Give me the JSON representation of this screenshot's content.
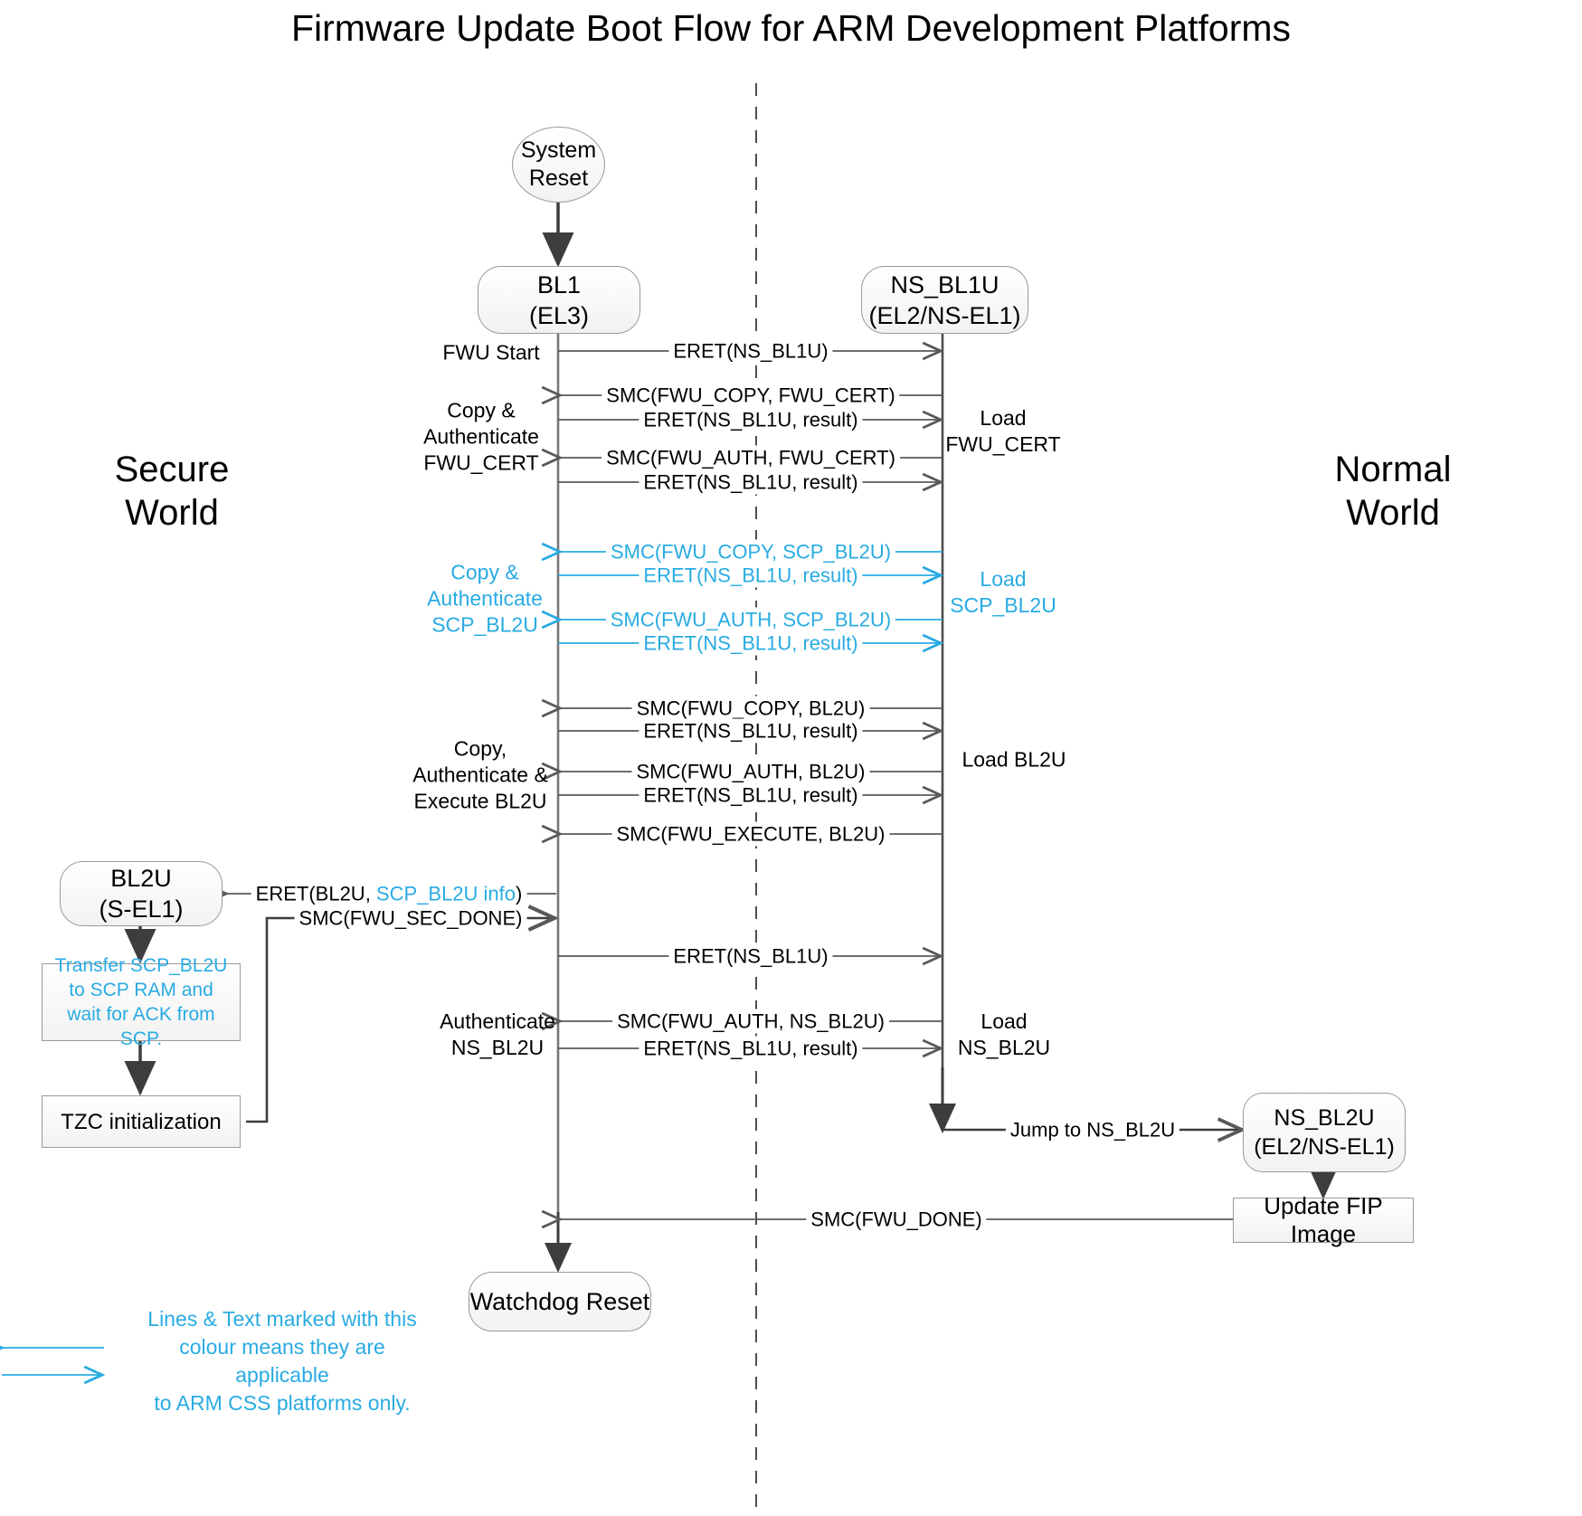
{
  "diagram": {
    "title": "Firmware Update Boot Flow for ARM Development Platforms",
    "colors": {
      "css_accent": "#29abe2",
      "line_default": "#4d4d4d",
      "line_thin": "#595959",
      "node_fill_top": "#ffffff",
      "node_fill_bottom": "#f2f2f2",
      "node_border": "#9a9a9a",
      "text": "#000000"
    }
  },
  "world_labels": {
    "secure": "Secure\nWorld",
    "normal": "Normal\nWorld"
  },
  "nodes": {
    "system_reset": {
      "line1": "System",
      "line2": "Reset"
    },
    "bl1": {
      "line1": "BL1",
      "line2": "(EL3)"
    },
    "ns_bl1u": {
      "line1": "NS_BL1U",
      "line2": "(EL2/NS-EL1)"
    },
    "bl2u": {
      "line1": "BL2U",
      "line2": "(S-EL1)"
    },
    "transfer_scp": {
      "text": "Transfer SCP_BL2U to SCP RAM and wait for ACK from SCP."
    },
    "tzc_init": {
      "text": "TZC initialization"
    },
    "ns_bl2u": {
      "line1": "NS_BL2U",
      "line2": "(EL2/NS-EL1)"
    },
    "update_fip": {
      "text": "Update FIP Image"
    },
    "watchdog_reset": {
      "text": "Watchdog Reset"
    }
  },
  "messages": [
    {
      "id": "m1",
      "text": "ERET(NS_BL1U)",
      "css_only": false
    },
    {
      "id": "m2",
      "text": "SMC(FWU_COPY, FWU_CERT)",
      "css_only": false
    },
    {
      "id": "m3",
      "text": "ERET(NS_BL1U, result)",
      "css_only": false
    },
    {
      "id": "m4",
      "text": "SMC(FWU_AUTH, FWU_CERT)",
      "css_only": false
    },
    {
      "id": "m5",
      "text": "ERET(NS_BL1U, result)",
      "css_only": false
    },
    {
      "id": "m6",
      "text": "SMC(FWU_COPY, SCP_BL2U)",
      "css_only": true
    },
    {
      "id": "m7",
      "text": "ERET(NS_BL1U, result)",
      "css_only": true
    },
    {
      "id": "m8",
      "text": "SMC(FWU_AUTH, SCP_BL2U)",
      "css_only": true
    },
    {
      "id": "m9",
      "text": "ERET(NS_BL1U, result)",
      "css_only": true
    },
    {
      "id": "m10",
      "text": "SMC(FWU_COPY, BL2U)",
      "css_only": false
    },
    {
      "id": "m11",
      "text": "ERET(NS_BL1U, result)",
      "css_only": false
    },
    {
      "id": "m12",
      "text": "SMC(FWU_AUTH, BL2U)",
      "css_only": false
    },
    {
      "id": "m13",
      "text": "ERET(NS_BL1U, result)",
      "css_only": false
    },
    {
      "id": "m14",
      "text": "SMC(FWU_EXECUTE, BL2U)",
      "css_only": false
    },
    {
      "id": "m15",
      "text": "SMC(FWU_SEC_DONE)",
      "css_only": false
    },
    {
      "id": "m16",
      "text": "ERET(NS_BL1U)",
      "css_only": false
    },
    {
      "id": "m17",
      "text": "SMC(FWU_AUTH, NS_BL2U)",
      "css_only": false
    },
    {
      "id": "m18",
      "text": "ERET(NS_BL1U, result)",
      "css_only": false
    },
    {
      "id": "m19",
      "text": "Jump to NS_BL2U",
      "css_only": false
    },
    {
      "id": "m20",
      "text": "SMC(FWU_DONE)",
      "css_only": false
    }
  ],
  "eret_bl2u_msg": {
    "prefix": "ERET(BL2U, ",
    "cyan_part": "SCP_BL2U info",
    "suffix": ")"
  },
  "side_notes": {
    "fwu_start": "FWU Start",
    "copy_auth_fwu_cert": "Copy &\nAuthenticate\nFWU_CERT",
    "load_fwu_cert": "Load\nFWU_CERT",
    "copy_auth_scp_bl2u": "Copy &\nAuthenticate\nSCP_BL2U",
    "load_scp_bl2u": "Load\nSCP_BL2U",
    "copy_auth_exec_bl2u": "Copy,\nAuthenticate &\nExecute BL2U",
    "load_bl2u": "Load BL2U",
    "authenticate_ns_bl2u": "Authenticate\nNS_BL2U",
    "load_ns_bl2u": "Load\nNS_BL2U"
  },
  "legend": {
    "text": "Lines & Text marked with this\ncolour means they are applicable\nto ARM CSS platforms only."
  }
}
